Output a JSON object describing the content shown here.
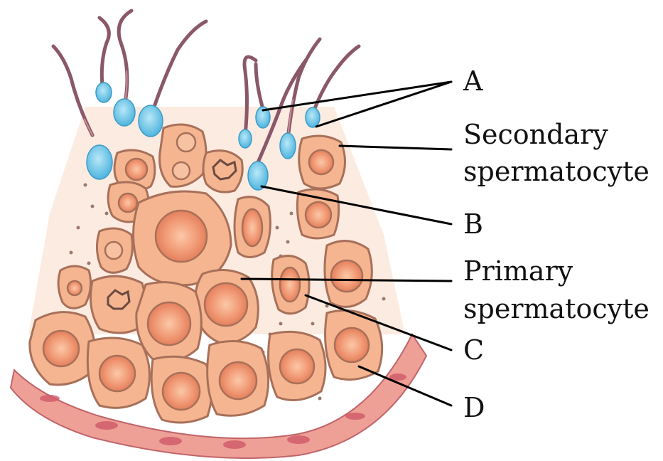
{
  "labels": {
    "a": "A",
    "secondary_line1": "Secondary",
    "secondary_line2": "spermatocyte",
    "b": "B",
    "primary_line1": "Primary",
    "primary_line2": "spermatocyte",
    "c": "C",
    "d": "D"
  },
  "colors": {
    "cell_fill": "#f4b590",
    "cell_stroke": "#a8705a",
    "nucleus": "#ef8e6a",
    "sperm_head": "#6ec8e8",
    "tail": "#8a5060",
    "tissue_bg": "#fbe6d6",
    "basement": "#e8968a",
    "leader": "#000000"
  }
}
